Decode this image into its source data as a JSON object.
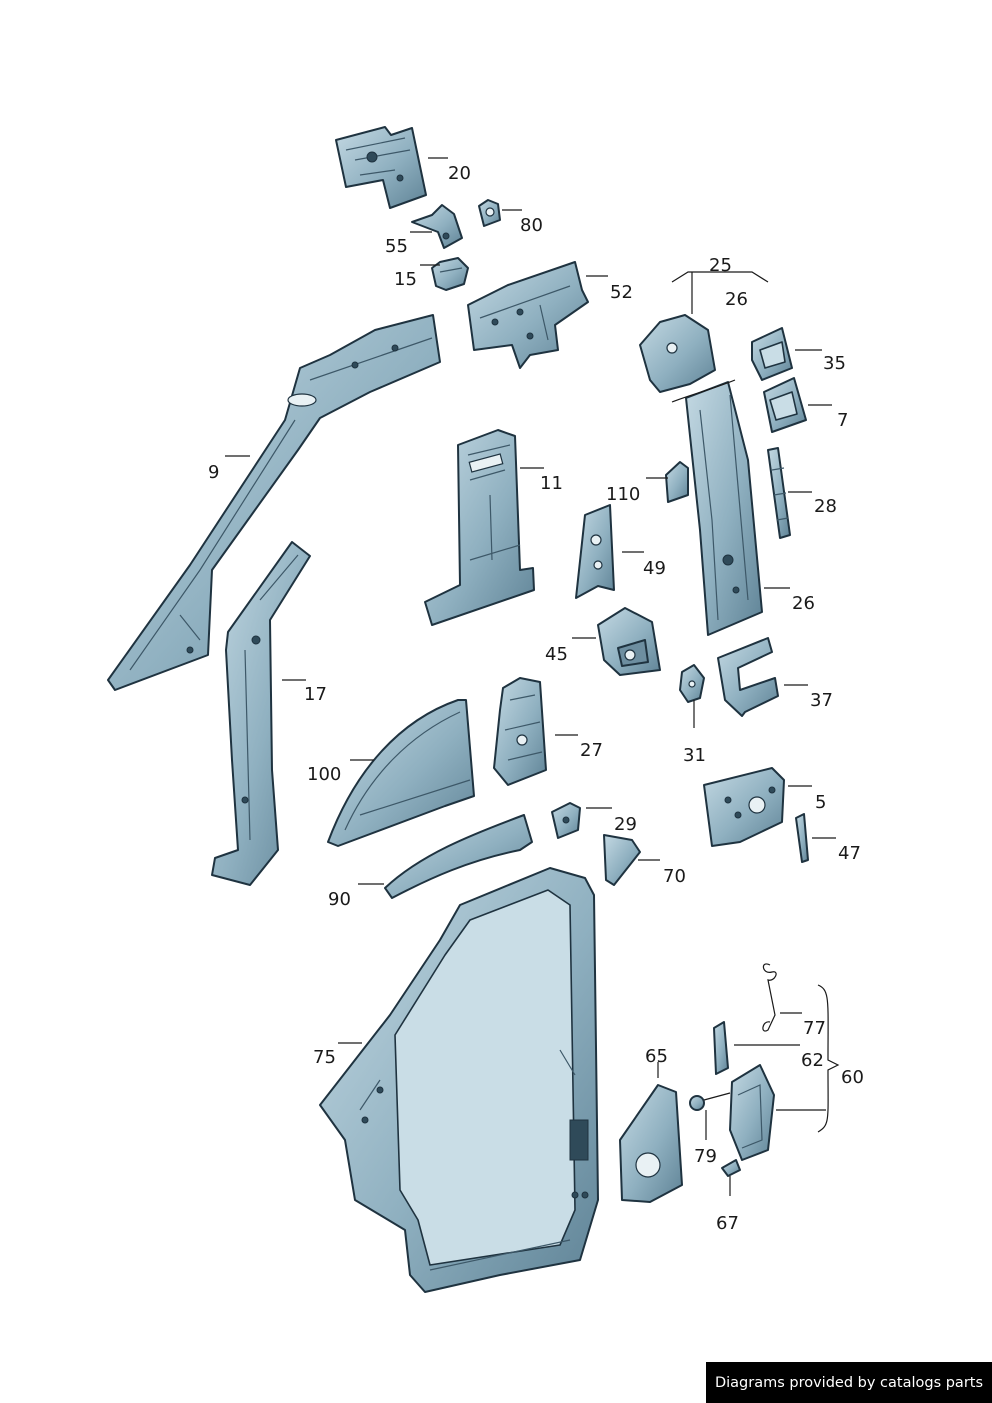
{
  "callouts": {
    "c20": "20",
    "c80": "80",
    "c55": "55",
    "c15": "15",
    "c52": "52",
    "c25": "25",
    "c26a": "26",
    "c35": "35",
    "c7": "7",
    "c9": "9",
    "c11": "11",
    "c110": "110",
    "c28": "28",
    "c49": "49",
    "c26b": "26",
    "c45": "45",
    "c17": "17",
    "c37": "37",
    "c27": "27",
    "c100": "100",
    "c31": "31",
    "c5": "5",
    "c29": "29",
    "c47": "47",
    "c70": "70",
    "c90": "90",
    "c77": "77",
    "c75": "75",
    "c65": "65",
    "c62": "62",
    "c60": "60",
    "c79": "79",
    "c67": "67"
  },
  "footer": {
    "text": "Diagrams provided by catalogs parts"
  },
  "colors": {
    "steel_light": "#c4d9e3",
    "steel_mid": "#8fb0c0",
    "steel_dark": "#5f8396",
    "outline": "#1f3340",
    "footer_bg": "#000000"
  }
}
